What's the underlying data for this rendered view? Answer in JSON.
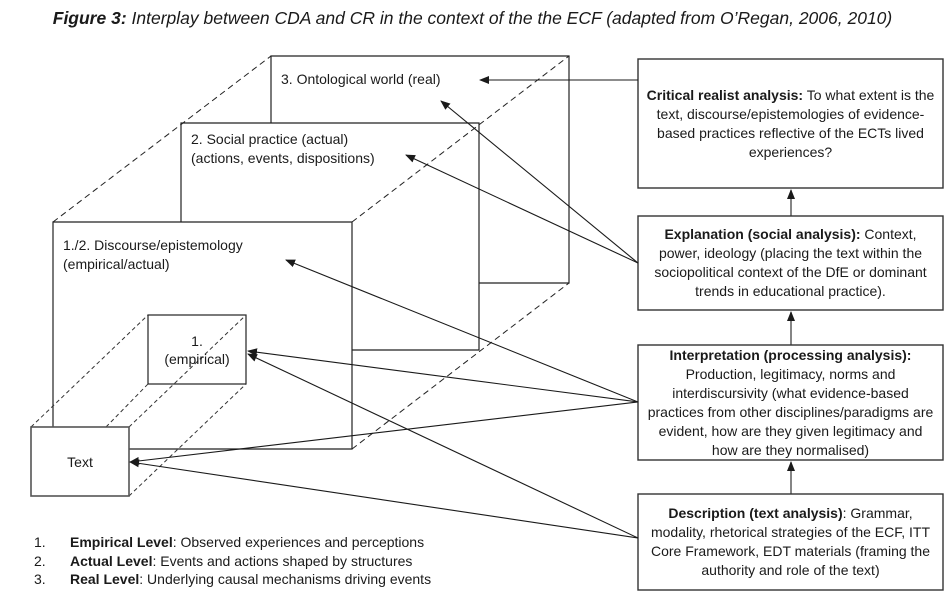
{
  "figure": {
    "label": "Figure 3:",
    "caption": " Interplay between CDA and CR in the context of the the ECF (adapted from O’Regan, 2006, 2010)"
  },
  "layers": {
    "ontological": {
      "line1": "3. Ontological world (real)"
    },
    "social_practice": {
      "line1": "2. Social practice (actual)",
      "line2": "(actions, events, dispositions)"
    },
    "discourse": {
      "line1": "1./2. Discourse/epistemology",
      "line2": "(empirical/actual)"
    },
    "empirical": {
      "line1": "1.",
      "line2": "(empirical)"
    },
    "text": {
      "label": "Text"
    }
  },
  "analysis_boxes": {
    "critical_realist": {
      "heading": "Critical realist analysis:",
      "body": " To what extent is the text, discourse/epistemologies of evidence-based practices reflective of the ECTs lived experiences?"
    },
    "explanation": {
      "heading": "Explanation (social analysis):",
      "body": " Context, power, ideology (placing the text within the sociopolitical context of the DfE or dominant trends in educational practice)."
    },
    "interpretation": {
      "heading": "Interpretation (processing analysis):",
      "body": " Production, legitimacy, norms and interdiscursivity (what evidence-based practices from other disciplines/paradigms are evident, how are they given legitimacy and how are they normalised)"
    },
    "description": {
      "heading": "Description (text analysis)",
      "body": ": Grammar, modality, rhetorical strategies of the ECF, ITT Core Framework, EDT materials (framing the authority and role of the text)"
    }
  },
  "legend": [
    {
      "num": "1.",
      "term": "Empirical Level",
      "desc": ": Observed experiences and perceptions"
    },
    {
      "num": "2.",
      "term": "Actual Level",
      "desc": ": Events and actions shaped by structures"
    },
    {
      "num": "3.",
      "term": "Real Level",
      "desc": ": Underlying causal mechanisms driving events"
    }
  ],
  "colors": {
    "line": "#1a1a1a",
    "box_border": "#333333",
    "background": "#ffffff"
  }
}
